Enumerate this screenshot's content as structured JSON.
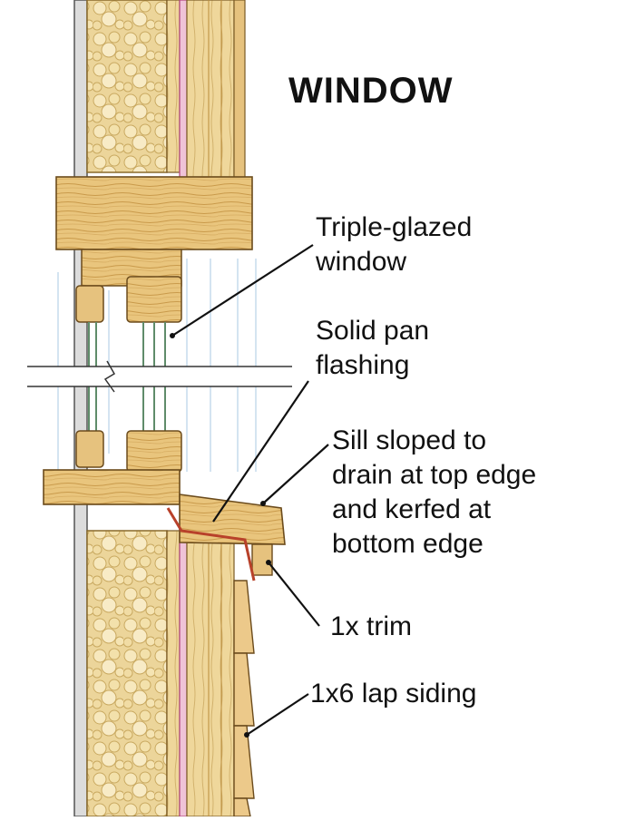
{
  "title": "WINDOW",
  "labels": {
    "window": [
      "Triple-glazed",
      "window"
    ],
    "flashing": [
      "Solid pan",
      "flashing"
    ],
    "sill": [
      "Sill sloped to",
      "drain at top edge",
      "and kerfed at",
      "bottom edge"
    ],
    "trim": "1x trim",
    "siding": "1x6 lap siding"
  }
}
